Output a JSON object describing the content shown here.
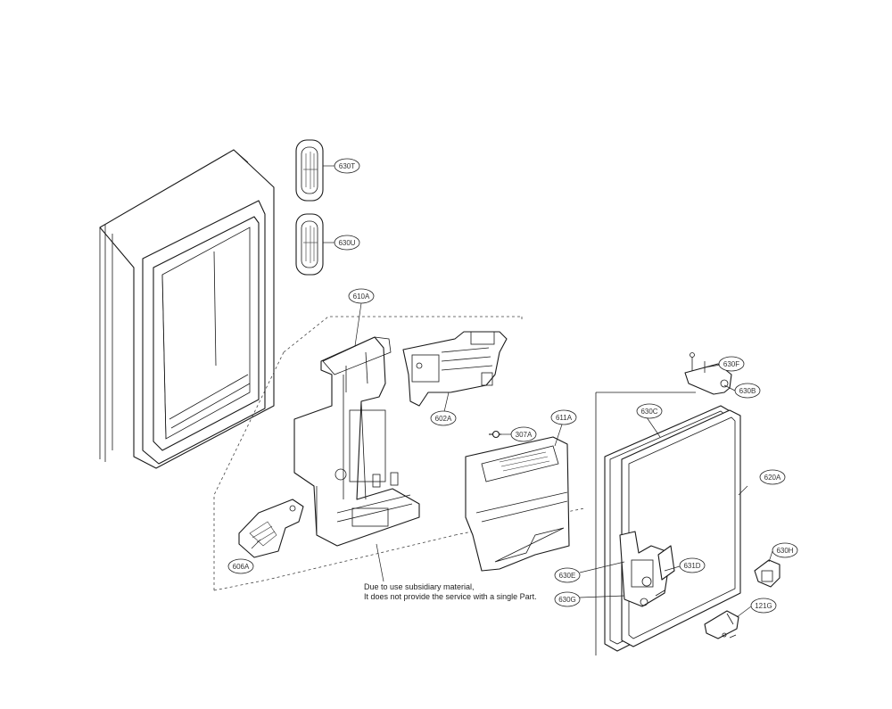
{
  "callouts": [
    {
      "id": "c1",
      "label": "630T"
    },
    {
      "id": "c2",
      "label": "630U"
    },
    {
      "id": "c3",
      "label": "610A"
    },
    {
      "id": "c4",
      "label": "602A"
    },
    {
      "id": "c5",
      "label": "611A"
    },
    {
      "id": "c6",
      "label": "307A"
    },
    {
      "id": "c7",
      "label": "630C"
    },
    {
      "id": "c8",
      "label": "630F"
    },
    {
      "id": "c9",
      "label": "630B"
    },
    {
      "id": "c10",
      "label": "620A"
    },
    {
      "id": "c11",
      "label": "606A"
    },
    {
      "id": "c12",
      "label": "630E"
    },
    {
      "id": "c13",
      "label": "631D"
    },
    {
      "id": "c14",
      "label": "630G"
    },
    {
      "id": "c15",
      "label": "630H"
    },
    {
      "id": "c16",
      "label": "121G"
    }
  ],
  "note": {
    "line1": "Due to use subsidiary material,",
    "line2": "It does not provide the service with a single Part."
  }
}
